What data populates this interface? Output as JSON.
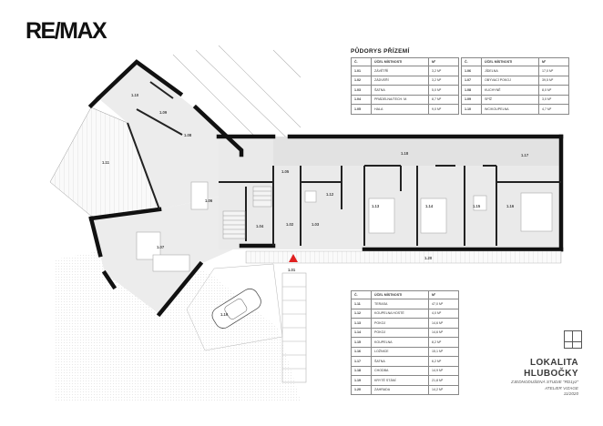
{
  "brand": {
    "logo_text": "RE/MAX"
  },
  "legend": {
    "title": "PŮDORYS PŘÍZEMÍ",
    "headers": {
      "num": "Č.",
      "name": "ÚČEL MÍSTNOSTI",
      "area": "M²"
    },
    "table_a": [
      {
        "num": "1.01",
        "name": "ZÁVĚTŘÍ",
        "area": "3,2 M²"
      },
      {
        "num": "1.02",
        "name": "ZÁDVEŘÍ",
        "area": "3,2 M²"
      },
      {
        "num": "1.03",
        "name": "ŠATNA",
        "area": "5,0 M²"
      },
      {
        "num": "1.04",
        "name": "PRÁDELNA/TECH. M.",
        "area": "8,7 M²"
      },
      {
        "num": "1.05",
        "name": "HALA",
        "area": "9,0 M²"
      }
    ],
    "table_b": [
      {
        "num": "1.06",
        "name": "JÍDELNA",
        "area": "17,0 M²"
      },
      {
        "num": "1.07",
        "name": "OBÝVACÍ POKOJ",
        "area": "39,5 M²"
      },
      {
        "num": "1.08",
        "name": "KUCHYNĚ",
        "area": "8,0 M²"
      },
      {
        "num": "1.09",
        "name": "SPÍŽ",
        "area": "3,0 M²"
      },
      {
        "num": "1.10",
        "name": "WC/KOUPELNA",
        "area": "4,7 M²"
      }
    ],
    "table_c": [
      {
        "num": "1.11",
        "name": "TERASA",
        "area": "47,0 M²"
      },
      {
        "num": "1.12",
        "name": "KOUPELNA HOSTÉ",
        "area": "4,0 M²"
      },
      {
        "num": "1.13",
        "name": "POKOJ",
        "area": "14,6 M²"
      },
      {
        "num": "1.14",
        "name": "POKOJ",
        "area": "14,6 M²"
      },
      {
        "num": "1.15",
        "name": "KOUPELNA",
        "area": "8,2 M²"
      },
      {
        "num": "1.16",
        "name": "LOŽNICE",
        "area": "15,1 M²"
      },
      {
        "num": "1.17",
        "name": "ŠATNA",
        "area": "6,2 M²"
      },
      {
        "num": "1.18",
        "name": "CHODBA",
        "area": "14,9 M²"
      },
      {
        "num": "1.19",
        "name": "KRYTÉ STÁNÍ",
        "area": "21,8 M²"
      },
      {
        "num": "1.20",
        "name": "ZAHRADA",
        "area": "14,2 M²"
      }
    ]
  },
  "plan_labels": {
    "r101": "1.01",
    "r102": "1.02",
    "r103": "1.03",
    "r104": "1.04",
    "r105": "1.05",
    "r106": "1.06",
    "r107": "1.07",
    "r108": "1.08",
    "r109": "1.09",
    "r110": "1.10",
    "r111": "1.11",
    "r112": "1.12",
    "r113": "1.13",
    "r114": "1.14",
    "r115": "1.15",
    "r116": "1.16",
    "r117": "1.17",
    "r118": "1.18",
    "r119": "1.19",
    "r120": "1.20"
  },
  "title_block": {
    "line1": "LOKALITA",
    "line2": "HLUBOČKY",
    "line3": "ZJEDNODUŠENÁ STUDIE \"RD1yz\"",
    "line4": "ATELIER VIZAGE",
    "line5": "11/2020"
  },
  "colors": {
    "wall": "#111111",
    "floor": "#e9e9e9",
    "entrance_marker": "#e02020",
    "line": "#9a9a9a"
  }
}
